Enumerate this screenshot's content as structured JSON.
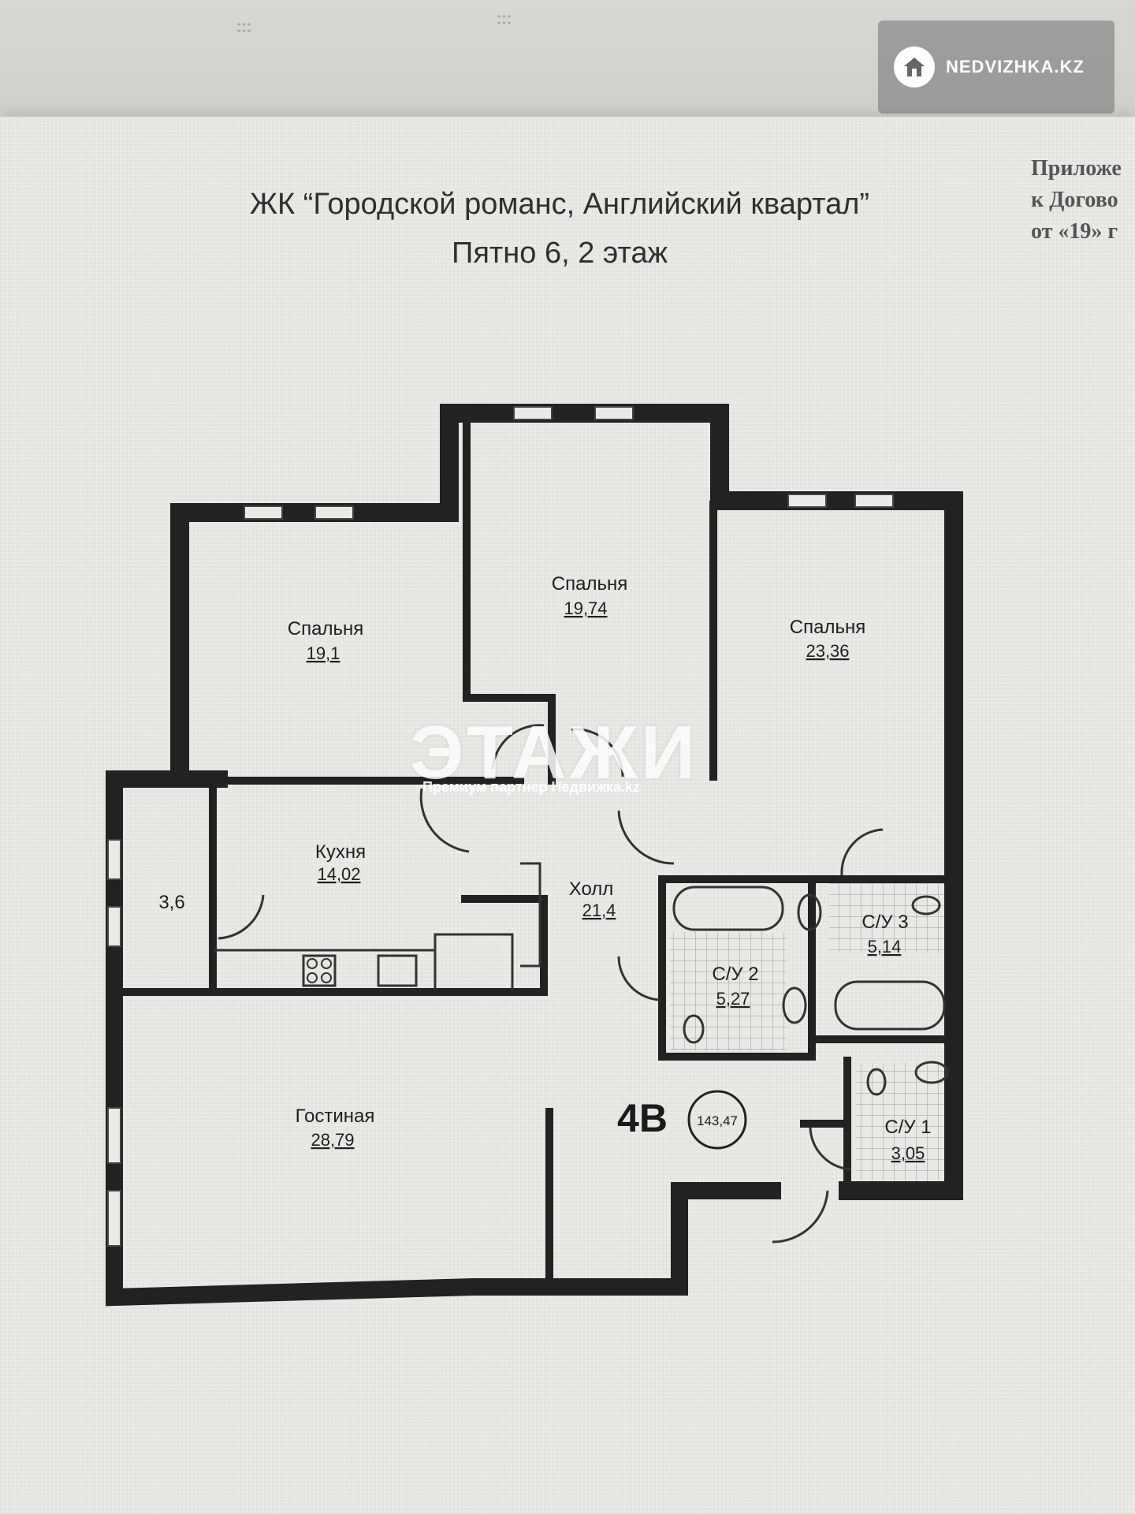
{
  "header": {
    "badge_brand": "NEDVIZHKA.KZ",
    "title_line1": "ЖК “Городской романс, Английский квартал”",
    "title_line2": "Пятно 6, 2 этаж",
    "appendix_line1": "Приложе",
    "appendix_line2": "к Догово",
    "appendix_line3": "от «19» г"
  },
  "plan": {
    "unit_code": "4В",
    "total_area": "143,47",
    "rooms": [
      {
        "name": "Спальня",
        "area": "19,1"
      },
      {
        "name": "Спальня",
        "area": "19,74"
      },
      {
        "name": "Спальня",
        "area": "23,36"
      },
      {
        "name": "Кухня",
        "area": "14,02"
      },
      {
        "name": "",
        "area": "3,6"
      },
      {
        "name": "Холл",
        "area": "21,4"
      },
      {
        "name": "С/У 2",
        "area": "5,27"
      },
      {
        "name": "С/У 3",
        "area": "5,14"
      },
      {
        "name": "С/У 1",
        "area": "3,05"
      },
      {
        "name": "Гостиная",
        "area": "28,79"
      }
    ]
  },
  "watermark": {
    "text": "ЭТАЖИ",
    "subtext": "Премиум партнер Недвижка.kz"
  }
}
